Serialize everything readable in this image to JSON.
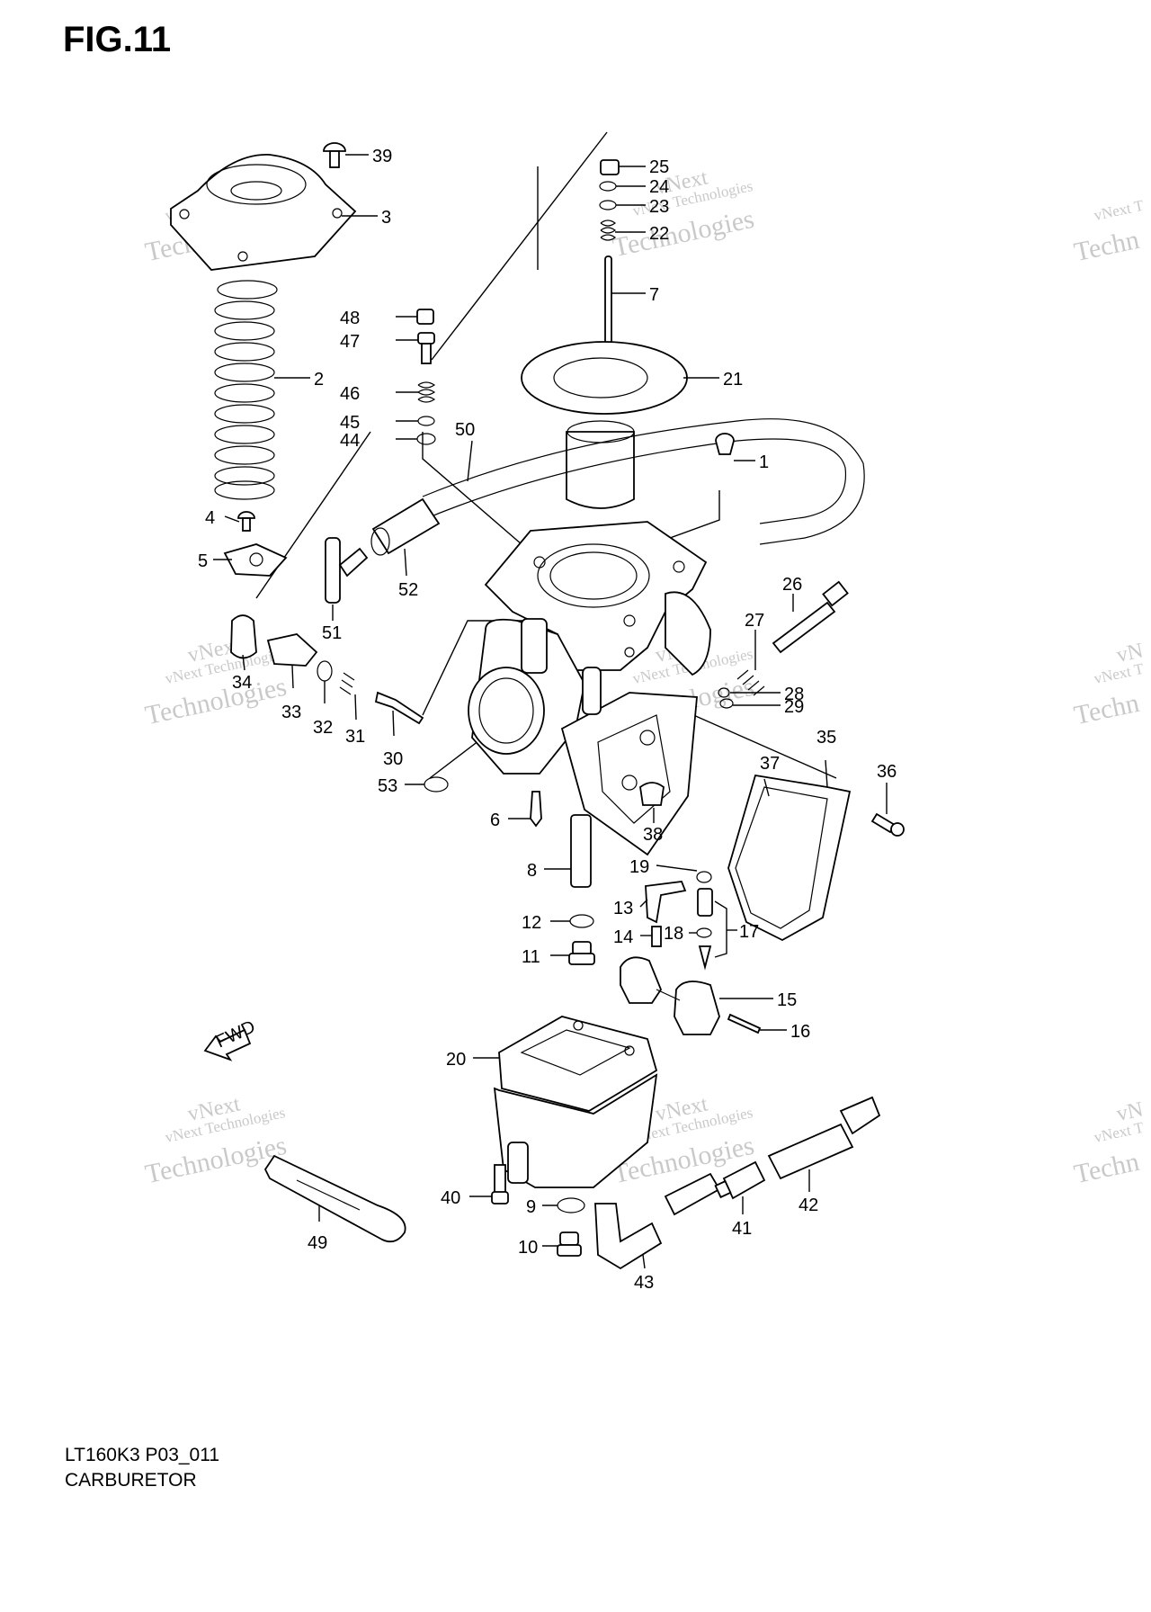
{
  "figure": {
    "title": "FIG.11",
    "model_code": "LT160K3 P03_011",
    "assembly_name": "CARBURETOR"
  },
  "watermark": {
    "line1": "vNext Technologies",
    "line2": "vNext",
    "line3": "Technologies",
    "partial_edge_1": "vNext T",
    "partial_edge_2": "Techn",
    "partial_edge_3": "vN",
    "partial_edge_4": "Techn"
  },
  "fwd_label": "FWD",
  "callouts": [
    {
      "id": "1",
      "label": "1"
    },
    {
      "id": "2",
      "label": "2"
    },
    {
      "id": "3",
      "label": "3"
    },
    {
      "id": "4",
      "label": "4"
    },
    {
      "id": "5",
      "label": "5"
    },
    {
      "id": "6",
      "label": "6"
    },
    {
      "id": "7",
      "label": "7"
    },
    {
      "id": "8",
      "label": "8"
    },
    {
      "id": "9",
      "label": "9"
    },
    {
      "id": "10",
      "label": "10"
    },
    {
      "id": "11",
      "label": "11"
    },
    {
      "id": "12",
      "label": "12"
    },
    {
      "id": "13",
      "label": "13"
    },
    {
      "id": "14",
      "label": "14"
    },
    {
      "id": "15",
      "label": "15"
    },
    {
      "id": "16",
      "label": "16"
    },
    {
      "id": "17",
      "label": "17"
    },
    {
      "id": "18",
      "label": "18"
    },
    {
      "id": "19",
      "label": "19"
    },
    {
      "id": "20",
      "label": "20"
    },
    {
      "id": "21",
      "label": "21"
    },
    {
      "id": "22",
      "label": "22"
    },
    {
      "id": "23",
      "label": "23"
    },
    {
      "id": "24",
      "label": "24"
    },
    {
      "id": "25",
      "label": "25"
    },
    {
      "id": "26",
      "label": "26"
    },
    {
      "id": "27",
      "label": "27"
    },
    {
      "id": "28",
      "label": "28"
    },
    {
      "id": "29",
      "label": "29"
    },
    {
      "id": "30",
      "label": "30"
    },
    {
      "id": "31",
      "label": "31"
    },
    {
      "id": "32",
      "label": "32"
    },
    {
      "id": "33",
      "label": "33"
    },
    {
      "id": "34",
      "label": "34"
    },
    {
      "id": "35",
      "label": "35"
    },
    {
      "id": "36",
      "label": "36"
    },
    {
      "id": "37",
      "label": "37"
    },
    {
      "id": "38",
      "label": "38"
    },
    {
      "id": "39",
      "label": "39"
    },
    {
      "id": "40",
      "label": "40"
    },
    {
      "id": "41",
      "label": "41"
    },
    {
      "id": "42",
      "label": "42"
    },
    {
      "id": "43",
      "label": "43"
    },
    {
      "id": "44",
      "label": "44"
    },
    {
      "id": "45",
      "label": "45"
    },
    {
      "id": "46",
      "label": "46"
    },
    {
      "id": "47",
      "label": "47"
    },
    {
      "id": "48",
      "label": "48"
    },
    {
      "id": "49",
      "label": "49"
    },
    {
      "id": "50",
      "label": "50"
    },
    {
      "id": "51",
      "label": "51"
    },
    {
      "id": "52",
      "label": "52"
    },
    {
      "id": "53",
      "label": "53"
    }
  ]
}
